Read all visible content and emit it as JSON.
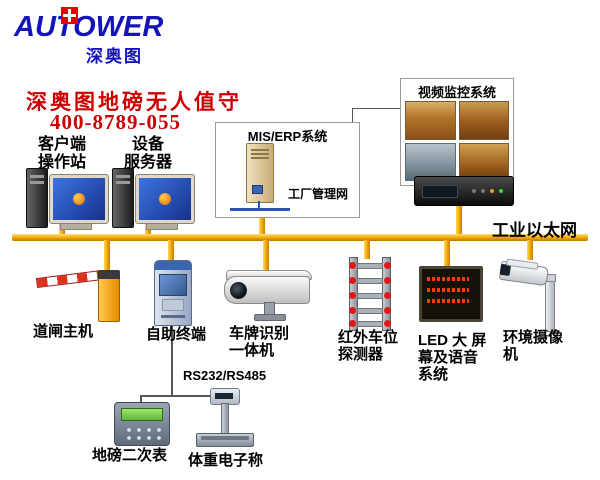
{
  "colors": {
    "brand_blue": "#1414b8",
    "brand_red": "#e60000",
    "title_red": "#cc0000",
    "backbone_orange": "#f2a600",
    "led_red": "#ff3a00"
  },
  "logo": {
    "brand": "AUTOWER",
    "sub": "深奥图"
  },
  "header": {
    "title": "深奥图地磅无人值守",
    "phone": "400-8789-055"
  },
  "backbone_label": "工业以太网",
  "boxes": {
    "mis": {
      "title": "MIS/ERP系统",
      "net_label": "工厂管理网"
    },
    "video": {
      "title": "视频监控系统"
    }
  },
  "nodes": {
    "client": {
      "lines": [
        "客户端",
        "操作站"
      ]
    },
    "server": {
      "lines": [
        "设备",
        "服务器"
      ]
    },
    "barrier": {
      "label": "道闸主机"
    },
    "kiosk": {
      "label": "自助终端"
    },
    "lpr": {
      "lines": [
        "车牌识别",
        "一体机"
      ]
    },
    "infrared": {
      "lines": [
        "红外车位",
        "探测器"
      ]
    },
    "led": {
      "lines": [
        "LED 大 屏",
        "幕及语音",
        "系统"
      ]
    },
    "camera": {
      "lines": [
        "环境摄像",
        "机"
      ]
    },
    "indicator": {
      "label": "地磅二次表"
    },
    "scale": {
      "label": "体重电子称"
    }
  },
  "serial_label": "RS232/RS485"
}
